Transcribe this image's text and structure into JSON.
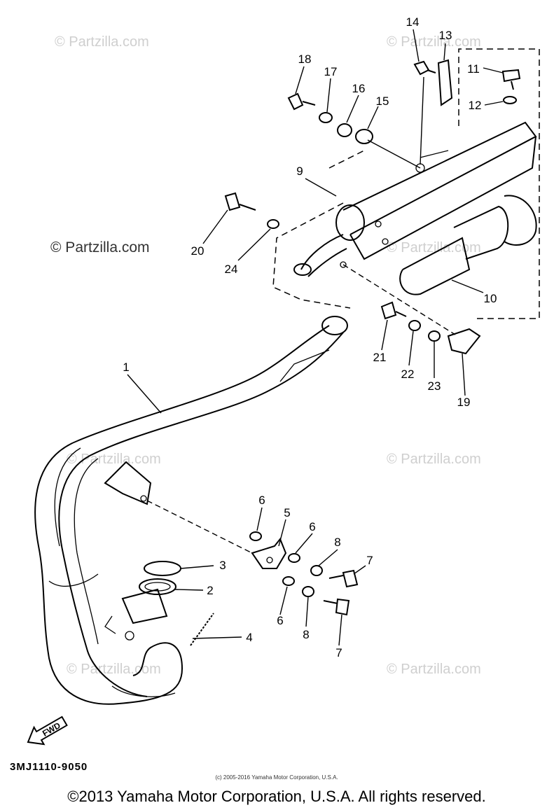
{
  "watermarks": [
    "© Partzilla.com",
    "© Partzilla.com",
    "© Partzilla.com",
    "© Partzilla.com",
    "© Partzilla.com",
    "© Partzilla.com",
    "© Partzilla.com",
    "© Partzilla.com"
  ],
  "callouts": {
    "c1": "1",
    "c2": "2",
    "c3": "3",
    "c4": "4",
    "c5": "5",
    "c6a": "6",
    "c6b": "6",
    "c6c": "6",
    "c7a": "7",
    "c7b": "7",
    "c8a": "8",
    "c8b": "8",
    "c9": "9",
    "c10": "10",
    "c11": "11",
    "c12": "12",
    "c13": "13",
    "c14": "14",
    "c15": "15",
    "c16": "16",
    "c17": "17",
    "c18": "18",
    "c19": "19",
    "c20": "20",
    "c21": "21",
    "c22": "22",
    "c23": "23",
    "c24": "24"
  },
  "fwd_label": "FWD",
  "diagram_code": "3MJ1110-9050",
  "small_copyright": "(c) 2005-2016 Yamaha Motor Corporation, U.S.A.",
  "footer_copyright": "©2013 Yamaha Motor Corporation, U.S.A. All rights reserved."
}
